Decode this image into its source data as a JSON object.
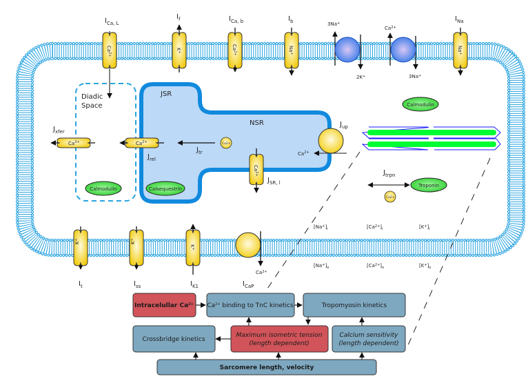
{
  "currents": {
    "ical": {
      "main": "I",
      "sub": "Ca, L"
    },
    "if": {
      "main": "I",
      "sub": "f"
    },
    "icab": {
      "main": "I",
      "sub": "Ca, b"
    },
    "ib": {
      "main": "I",
      "sub": "b"
    },
    "ina": {
      "main": "I",
      "sub": "Na"
    },
    "it": {
      "main": "I",
      "sub": "t"
    },
    "iss": {
      "main": "I",
      "sub": "ss"
    },
    "ik1": {
      "main": "I",
      "sub": "K1"
    },
    "icap": {
      "main": "I",
      "sub": "CaP"
    }
  },
  "fluxes": {
    "jxfer": {
      "main": "J",
      "sub": "xfer"
    },
    "jrel": {
      "main": "J",
      "sub": "rel"
    },
    "jtr": {
      "main": "J",
      "sub": "tr"
    },
    "jup": {
      "main": "J",
      "sub": "up"
    },
    "jsrl": {
      "main": "J",
      "sub": "SR, l"
    },
    "jtrpn": {
      "main": "J",
      "sub": "trpn"
    }
  },
  "ions": {
    "ca": "Ca",
    "ca_charge": "2+",
    "k": "K",
    "k_charge": "+",
    "na": "Na",
    "na_charge": "+",
    "nak_out": "3Na",
    "nak_in": "2K",
    "ncx_in": "3Na",
    "plus": "+"
  },
  "compartments": {
    "diadic_1": "Diadic",
    "diadic_2": "Space",
    "jsr": "JSR",
    "nsr": "NSR"
  },
  "proteins": {
    "calmodulin": "Calmodulin",
    "calsequestrin": "Calsequestrin",
    "troponin": "Troponin"
  },
  "concentrations": {
    "na_i": {
      "main": "[Na",
      "sup": "+",
      "close": "]",
      "sub": "i"
    },
    "ca_i": {
      "main": "[Ca",
      "sup": "2+",
      "close": "]",
      "sub": "i"
    },
    "k_i": {
      "main": "[K",
      "sup": "+",
      "close": "]",
      "sub": "i"
    },
    "na_o": {
      "main": "[Na",
      "sup": "+",
      "close": "]",
      "sub": "o"
    },
    "ca_o": {
      "main": "[Ca",
      "sup": "2+",
      "close": "]",
      "sub": "o"
    },
    "k_o": {
      "main": "[K",
      "sup": "+",
      "close": "]",
      "sub": "o"
    }
  },
  "flow": {
    "intracellular": {
      "main": "Intracelullar Ca",
      "sup": "2+"
    },
    "binding": {
      "pre": "Ca",
      "sup": "2+",
      "rest": " binding to TnC kinetics"
    },
    "tropomyosin": "Tropomyosin kinetics",
    "crossbridge": "Crossbridge kinetics",
    "tension_1": "Maximum isometric tension",
    "tension_2": "(length dependent)",
    "sensitivity_1": "Calcium sensitivity",
    "sensitivity_2": "(length dependent)",
    "sarcomere": "Sarcomere length, velocity"
  },
  "colors": {
    "membrane": "#29a3e0",
    "sr_fill": "#bcd9f7",
    "sr_border": "#118add",
    "channel": "#f5d21f",
    "protein": "#4cd84c",
    "myofilament": "#00ff33",
    "flow_blue": "#7ea8c0",
    "flow_red": "#d1545a"
  }
}
